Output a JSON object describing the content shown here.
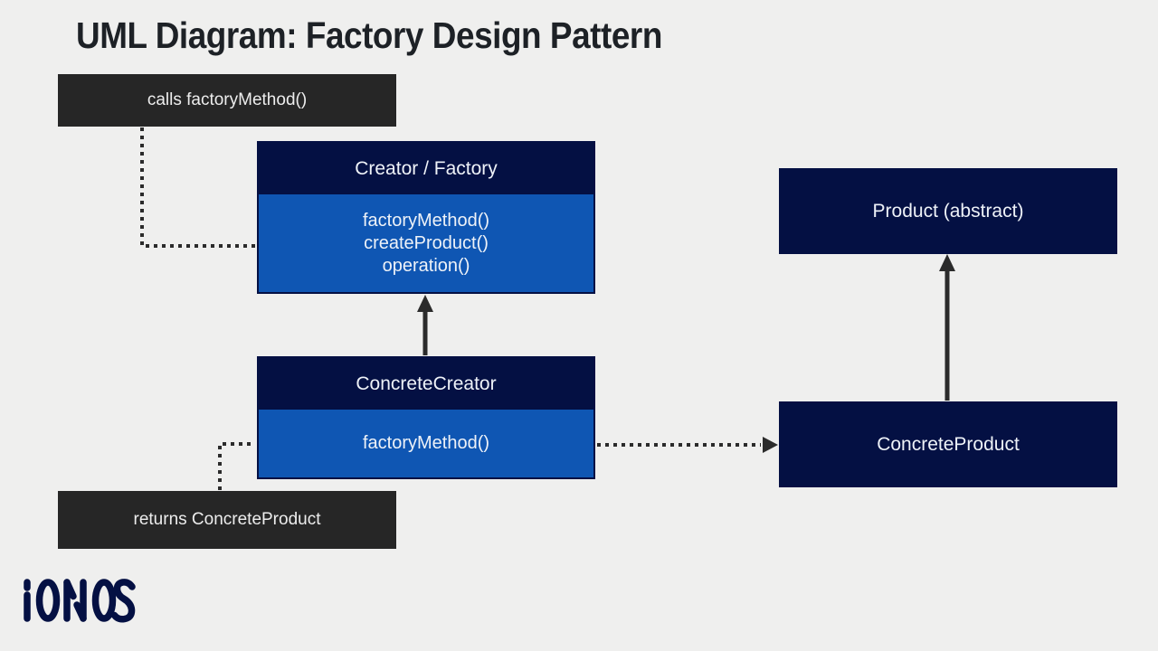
{
  "title": "UML Diagram: Factory Design Pattern",
  "annotations": {
    "calls": "calls factoryMethod()",
    "returns": "returns ConcreteProduct"
  },
  "classes": {
    "creator": {
      "name": "Creator / Factory",
      "methods": [
        "factoryMethod()",
        "createProduct()",
        "operation()"
      ]
    },
    "concrete_creator": {
      "name": "ConcreteCreator",
      "methods": [
        "factoryMethod()"
      ]
    },
    "product": {
      "name": "Product (abstract)"
    },
    "concrete_product": {
      "name": "ConcreteProduct"
    }
  },
  "logo": {
    "text": "IONOS"
  },
  "colors": {
    "background": "#efefee",
    "navy": "#041043",
    "blue": "#0f56b3",
    "charcoal": "#262626",
    "boxtext": "#eef2f8",
    "titletext": "#1d2126",
    "connector": "#2b2b2b"
  }
}
